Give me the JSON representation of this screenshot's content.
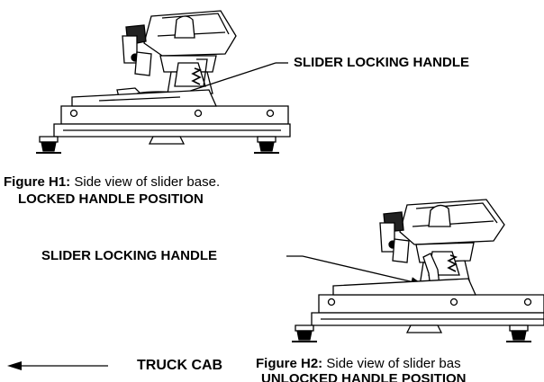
{
  "figure_h1": {
    "callout": "SLIDER LOCKING HANDLE",
    "caption_label": "Figure H1:",
    "caption_text": "Side view of slider base.",
    "caption_sub": "LOCKED HANDLE POSITION"
  },
  "figure_h2": {
    "callout": "SLIDER LOCKING HANDLE",
    "caption_label": "Figure H2:",
    "caption_text": "Side view of slider bas",
    "caption_sub": "UNLOCKED HANDLE POSITION"
  },
  "direction": {
    "label": "TRUCK CAB"
  }
}
